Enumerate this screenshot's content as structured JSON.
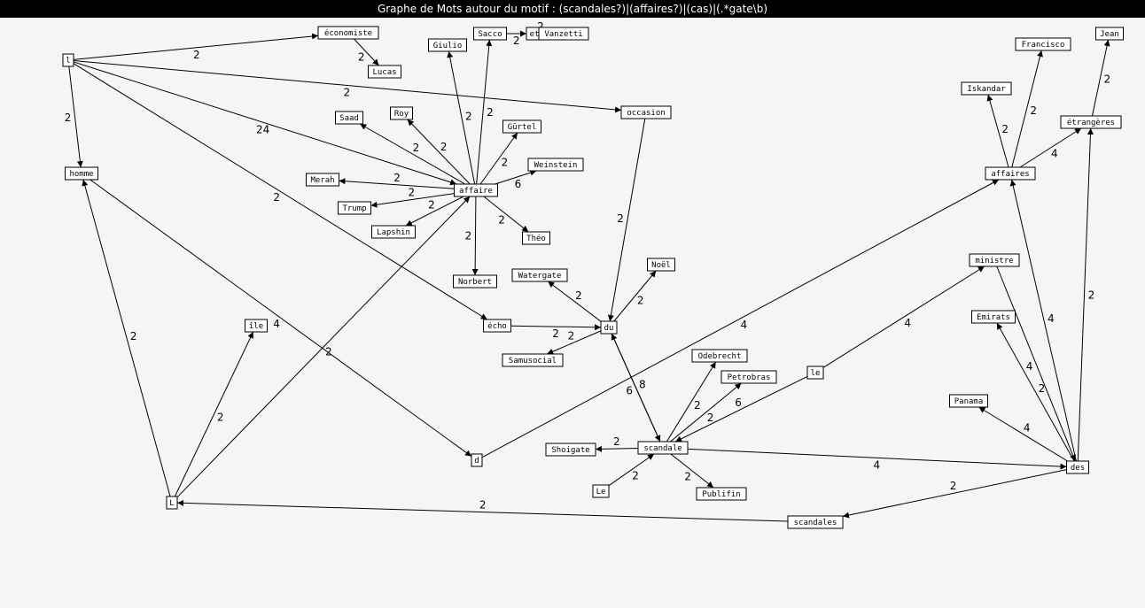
{
  "title": "Graphe de Mots autour du motif : (scandales?)|(affaires?)|(cas)|(.*gate\\b)",
  "nodes": [
    {
      "id": "l_top",
      "label": "l"
    },
    {
      "id": "economiste",
      "label": "économiste"
    },
    {
      "id": "lucas",
      "label": "Lucas"
    },
    {
      "id": "giulio",
      "label": "Giulio"
    },
    {
      "id": "sacco",
      "label": "Sacco"
    },
    {
      "id": "et",
      "label": "et"
    },
    {
      "id": "vanzetti",
      "label": "Vanzetti"
    },
    {
      "id": "occasion",
      "label": "occasion"
    },
    {
      "id": "saad",
      "label": "Saad"
    },
    {
      "id": "roy",
      "label": "Roy"
    },
    {
      "id": "gurtel",
      "label": "Gürtel"
    },
    {
      "id": "weinstein",
      "label": "Weinstein"
    },
    {
      "id": "homme",
      "label": "homme"
    },
    {
      "id": "merah",
      "label": "Merah"
    },
    {
      "id": "affaire",
      "label": "affaire"
    },
    {
      "id": "trump",
      "label": "Trump"
    },
    {
      "id": "lapshin",
      "label": "Lapshin"
    },
    {
      "id": "theo",
      "label": "Théo"
    },
    {
      "id": "norbert",
      "label": "Norbert"
    },
    {
      "id": "watergate",
      "label": "Watergate"
    },
    {
      "id": "noel",
      "label": "Noël"
    },
    {
      "id": "ile",
      "label": "île"
    },
    {
      "id": "echo",
      "label": "écho"
    },
    {
      "id": "du",
      "label": "du"
    },
    {
      "id": "samusocial",
      "label": "Samusocial"
    },
    {
      "id": "odebrecht",
      "label": "Odebrecht"
    },
    {
      "id": "petrobras",
      "label": "Petrobras"
    },
    {
      "id": "le_mid",
      "label": "le"
    },
    {
      "id": "d",
      "label": "d"
    },
    {
      "id": "shoigate",
      "label": "Shoigate"
    },
    {
      "id": "scandale",
      "label": "scandale"
    },
    {
      "id": "le_cap",
      "label": "Le"
    },
    {
      "id": "publifin",
      "label": "Publifin"
    },
    {
      "id": "l_bottom",
      "label": "L"
    },
    {
      "id": "scandales",
      "label": "scandales"
    },
    {
      "id": "francisco",
      "label": "Francisco"
    },
    {
      "id": "jean",
      "label": "Jean"
    },
    {
      "id": "iskandar",
      "label": "Iskandar"
    },
    {
      "id": "etrangeres",
      "label": "étrangères"
    },
    {
      "id": "affaires",
      "label": "affaires"
    },
    {
      "id": "ministre",
      "label": "ministre"
    },
    {
      "id": "emirats",
      "label": "Emirats"
    },
    {
      "id": "panama",
      "label": "Panama"
    },
    {
      "id": "des",
      "label": "des"
    }
  ],
  "edges": [
    {
      "from": "l_top",
      "to": "economiste",
      "weight": "2"
    },
    {
      "from": "economiste",
      "to": "lucas",
      "weight": "2"
    },
    {
      "from": "l_top",
      "to": "occasion",
      "weight": "2"
    },
    {
      "from": "l_top",
      "to": "affaire",
      "weight": "24"
    },
    {
      "from": "l_top",
      "to": "homme",
      "weight": "2"
    },
    {
      "from": "l_top",
      "to": "echo",
      "weight": "2"
    },
    {
      "from": "homme",
      "to": "d",
      "weight": "4"
    },
    {
      "from": "affaire",
      "to": "giulio",
      "weight": "2"
    },
    {
      "from": "affaire",
      "to": "sacco",
      "weight": "2"
    },
    {
      "from": "sacco",
      "to": "et",
      "weight": "2"
    },
    {
      "from": "et",
      "to": "vanzetti",
      "weight": "2"
    },
    {
      "from": "affaire",
      "to": "saad",
      "weight": "2"
    },
    {
      "from": "affaire",
      "to": "roy",
      "weight": "2"
    },
    {
      "from": "affaire",
      "to": "gurtel",
      "weight": "2"
    },
    {
      "from": "affaire",
      "to": "weinstein",
      "weight": "6"
    },
    {
      "from": "affaire",
      "to": "merah",
      "weight": "2"
    },
    {
      "from": "affaire",
      "to": "trump",
      "weight": "2"
    },
    {
      "from": "affaire",
      "to": "lapshin",
      "weight": "2"
    },
    {
      "from": "affaire",
      "to": "theo",
      "weight": "2"
    },
    {
      "from": "affaire",
      "to": "norbert",
      "weight": "2"
    },
    {
      "from": "occasion",
      "to": "du",
      "weight": "2"
    },
    {
      "from": "echo",
      "to": "du",
      "weight": "2"
    },
    {
      "from": "du",
      "to": "watergate",
      "weight": "2"
    },
    {
      "from": "du",
      "to": "noel",
      "weight": "2"
    },
    {
      "from": "du",
      "to": "samusocial",
      "weight": "2"
    },
    {
      "from": "du",
      "to": "scandale",
      "weight": "6"
    },
    {
      "from": "scandale",
      "to": "du",
      "weight": "8"
    },
    {
      "from": "l_bottom",
      "to": "homme",
      "weight": "2"
    },
    {
      "from": "l_bottom",
      "to": "ile",
      "weight": "2"
    },
    {
      "from": "l_bottom",
      "to": "affaire",
      "weight": "2"
    },
    {
      "from": "d",
      "to": "affaires",
      "weight": "4"
    },
    {
      "from": "scandale",
      "to": "odebrecht",
      "weight": "2"
    },
    {
      "from": "scandale",
      "to": "petrobras",
      "weight": "2"
    },
    {
      "from": "scandale",
      "to": "shoigate",
      "weight": "2"
    },
    {
      "from": "scandale",
      "to": "publifin",
      "weight": "2"
    },
    {
      "from": "le_cap",
      "to": "scandale",
      "weight": "2"
    },
    {
      "from": "le_mid",
      "to": "scandale",
      "weight": "6"
    },
    {
      "from": "le_mid",
      "to": "ministre",
      "weight": "4"
    },
    {
      "from": "scandale",
      "to": "des",
      "weight": "4"
    },
    {
      "from": "des",
      "to": "scandales",
      "weight": "2"
    },
    {
      "from": "scandales",
      "to": "l_bottom",
      "weight": "2"
    },
    {
      "from": "affaires",
      "to": "iskandar",
      "weight": "2"
    },
    {
      "from": "affaires",
      "to": "francisco",
      "weight": "2"
    },
    {
      "from": "affaires",
      "to": "etrangeres",
      "weight": "4"
    },
    {
      "from": "etrangeres",
      "to": "jean",
      "weight": "2"
    },
    {
      "from": "des",
      "to": "affaires",
      "weight": "4"
    },
    {
      "from": "des",
      "to": "etrangeres",
      "weight": "2"
    },
    {
      "from": "ministre",
      "to": "des",
      "weight": "4"
    },
    {
      "from": "des",
      "to": "emirats",
      "weight": "2"
    },
    {
      "from": "des",
      "to": "panama",
      "weight": "4"
    }
  ]
}
